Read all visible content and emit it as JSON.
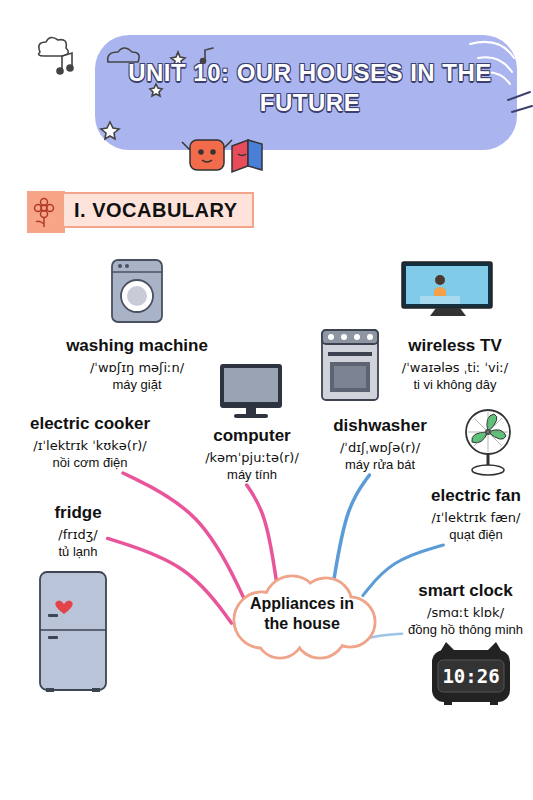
{
  "diagram": {
    "title": "UNIT 10: OUR HOUSES IN THE FUTURE",
    "nodes": [
      {
        "text": [
          "I. VOCABULARY"
        ]
      },
      {
        "text": [
          "washing machine",
          "/ˈwɒʃɪŋ məʃiːn/",
          "máy giặt"
        ]
      },
      {
        "text": [
          "wireless TV",
          "/ˈwaɪələs ˌtiː ˈviː/",
          "ti vi không dây"
        ]
      },
      {
        "text": [
          "electric cooker",
          "/ɪˈlektrɪk ˈkʊkə(r)/",
          "nồi cơm điện"
        ]
      },
      {
        "text": [
          "computer",
          "/kəmˈpjuːtə(r)/",
          "máy tính"
        ]
      },
      {
        "text": [
          "dishwasher",
          "/ˈdɪʃˌwɒʃə(r)/",
          "máy rửa bát"
        ]
      },
      {
        "text": [
          "electric fan",
          "/ɪˈlektrɪk fæn/",
          "quạt điện"
        ]
      },
      {
        "text": [
          "fridge",
          "/frɪdʒ/",
          "tủ lạnh"
        ]
      },
      {
        "text": [
          "Appliances in the house"
        ]
      },
      {
        "text": [
          "smart clock",
          "/smɑːt klɒk/",
          "đồng hồ thông minh"
        ]
      }
    ],
    "edges": [
      {
        "from": 8,
        "to": 3,
        "arrow": "none"
      },
      {
        "from": 8,
        "to": 4,
        "arrow": "none"
      },
      {
        "from": 8,
        "to": 7,
        "arrow": "none"
      },
      {
        "from": 8,
        "to": 5,
        "arrow": "none"
      },
      {
        "from": 8,
        "to": 6,
        "arrow": "none"
      },
      {
        "from": 8,
        "to": 9,
        "arrow": "none"
      }
    ],
    "labels": [
      "10:26"
    ]
  }
}
